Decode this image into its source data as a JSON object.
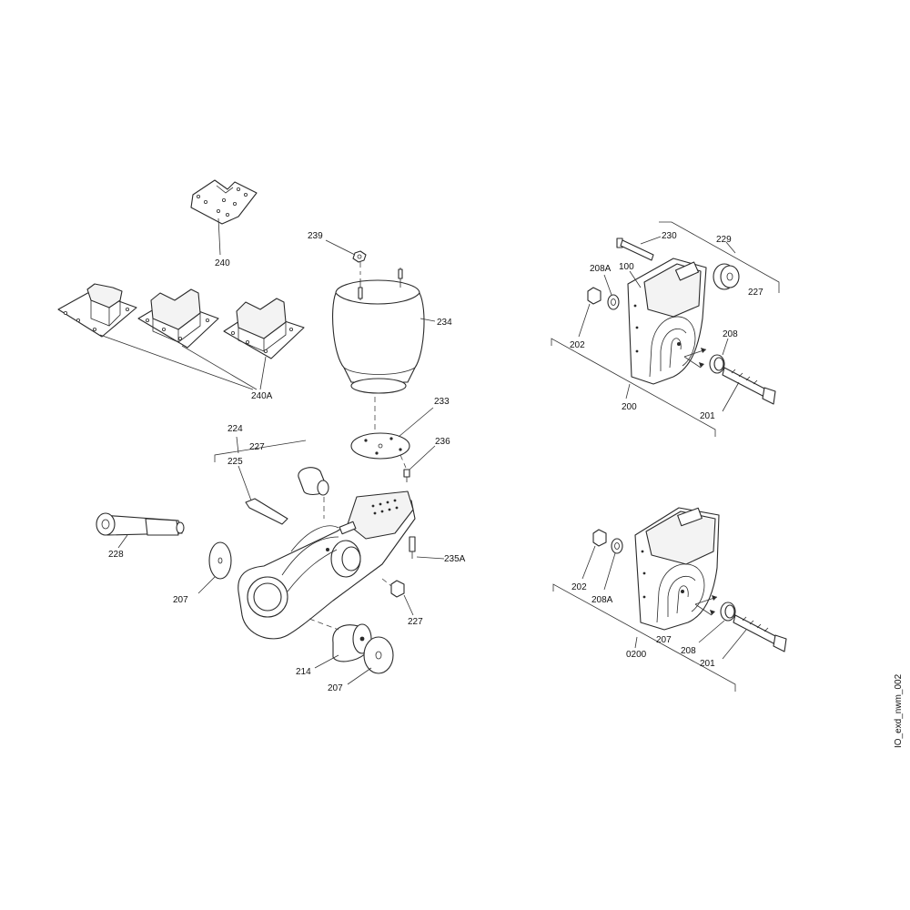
{
  "drawing_id": "IO_exd_nwm_002",
  "callouts": {
    "c240": "240",
    "c240A": "240A",
    "c239": "239",
    "c234": "234",
    "c233": "233",
    "c236": "236",
    "c224": "224",
    "c227_top": "227",
    "c225": "225",
    "c228": "228",
    "c207_left": "207",
    "c235A": "235A",
    "c227_mid": "227",
    "c214": "214",
    "c207_bottom": "207",
    "c230": "230",
    "c229": "229",
    "c208A_upper": "208A",
    "c100": "100",
    "c227_right": "227",
    "c202_upper": "202",
    "c208_upper": "208",
    "c200": "200",
    "c201_upper": "201",
    "c202_lower": "202",
    "c208A_lower": "208A",
    "c207_lower": "207",
    "c0200": "0200",
    "c208_lower": "208",
    "c201_lower": "201"
  }
}
